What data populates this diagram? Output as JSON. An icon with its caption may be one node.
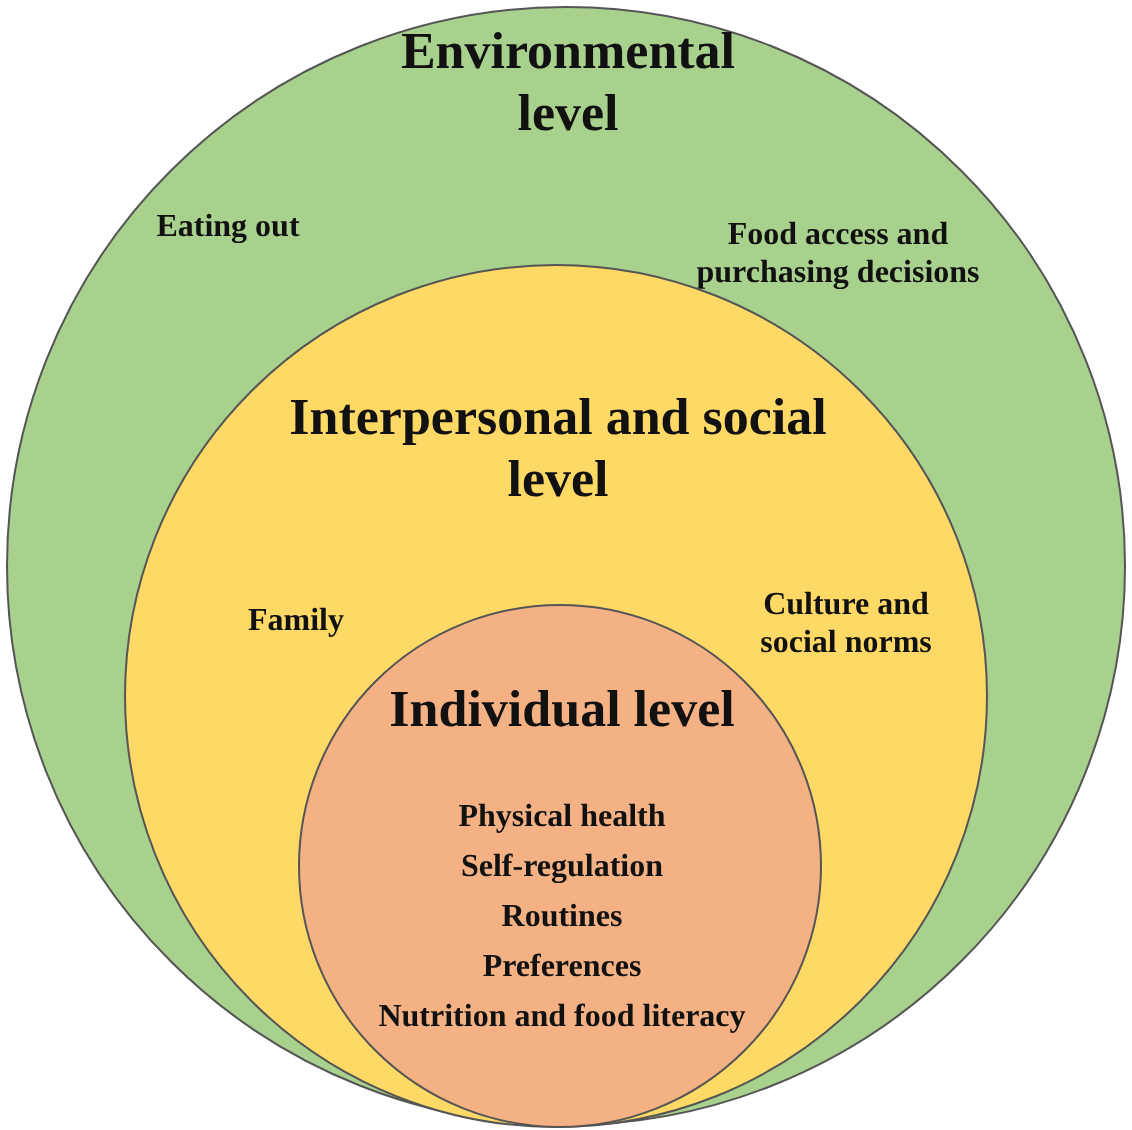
{
  "diagram": {
    "nodes": [
      {
        "text": [
          "Environmental level",
          "Eating out",
          "Food access and purchasing decisions"
        ]
      },
      {
        "text": [
          "Interpersonal and social level",
          "Family",
          "Culture and social norms"
        ],
        "in": 0
      },
      {
        "text": [
          "Individual level",
          "Physical health",
          "Self-regulation",
          "Routines",
          "Preferences",
          "Nutrition and food literacy"
        ],
        "in": 1
      }
    ],
    "edges": []
  }
}
